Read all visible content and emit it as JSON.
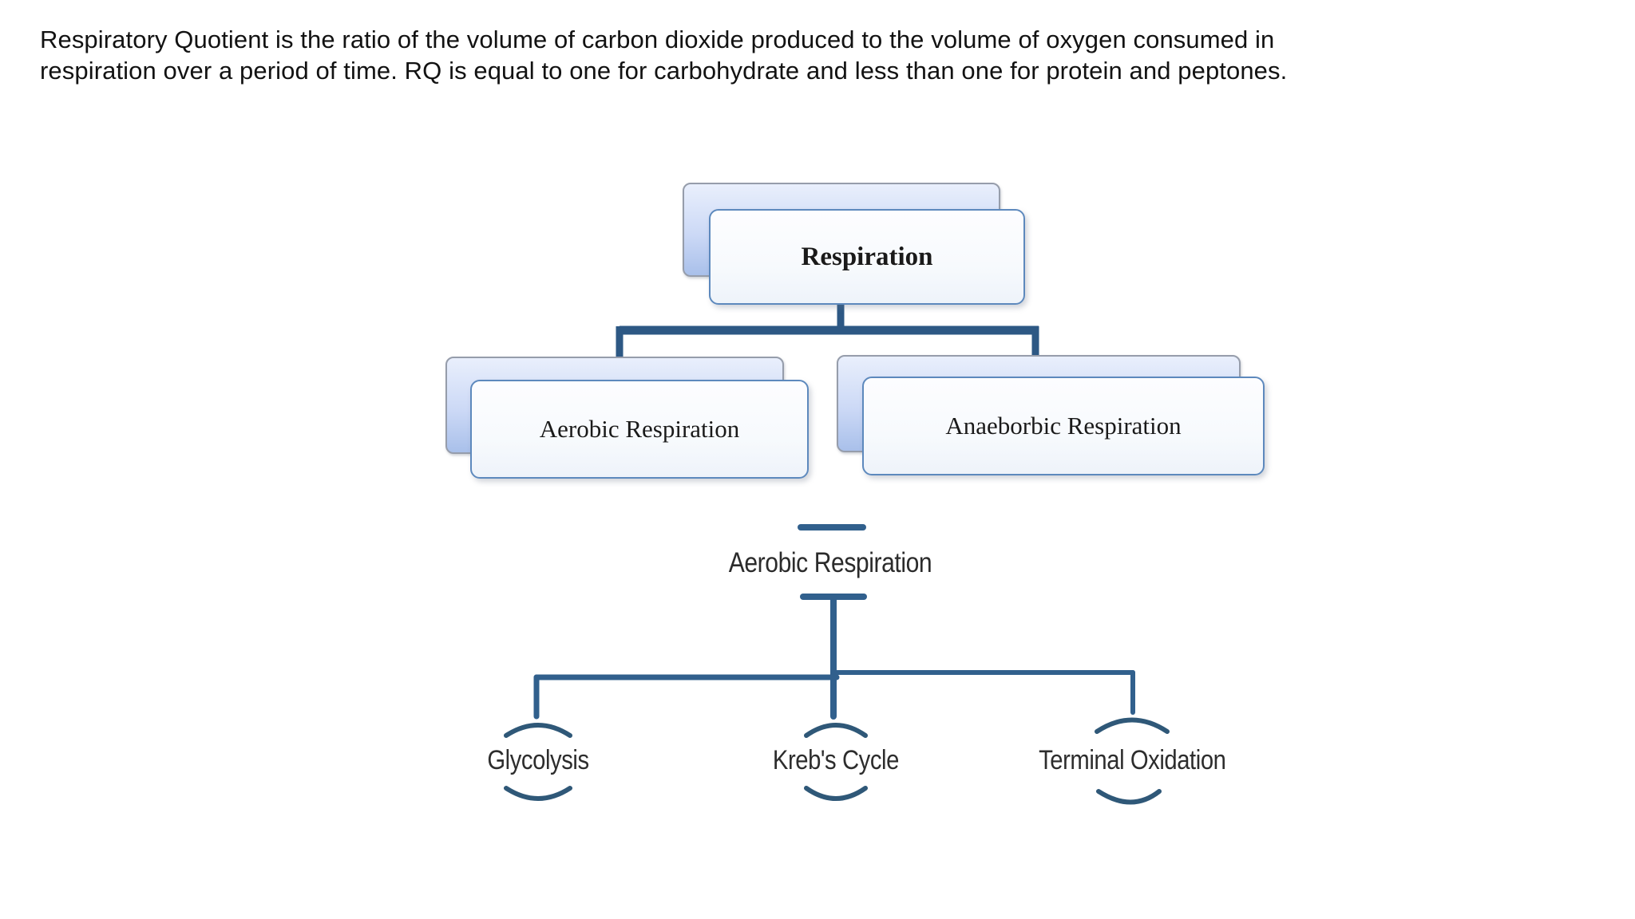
{
  "intro": {
    "line1": "Respiratory Quotient is the ratio of the volume of carbon dioxide produced to the volume of oxygen consumed in",
    "line2": "respiration over a period of time. RQ is equal to one for carbohydrate and less than one for protein and peptones."
  },
  "org_chart": {
    "root": {
      "label": "Respiration"
    },
    "children": [
      {
        "label": "Aerobic Respiration"
      },
      {
        "label": "Anaeborbic Respiration"
      }
    ]
  },
  "sub_chart": {
    "root": {
      "label": "Aerobic Respiration"
    },
    "children": [
      {
        "label": "Glycolysis"
      },
      {
        "label": "Kreb's Cycle"
      },
      {
        "label": "Terminal Oxidation"
      }
    ]
  },
  "colors": {
    "connector_blue": "#2d5884",
    "tree_line_blue": "#31608d",
    "front_box_border": "#5d89bd",
    "back_box_border": "#969dab",
    "back_box_fill_top": "#e9effc",
    "back_box_fill_bottom": "#a9c0ea",
    "text_dark": "#1a1a1a"
  }
}
